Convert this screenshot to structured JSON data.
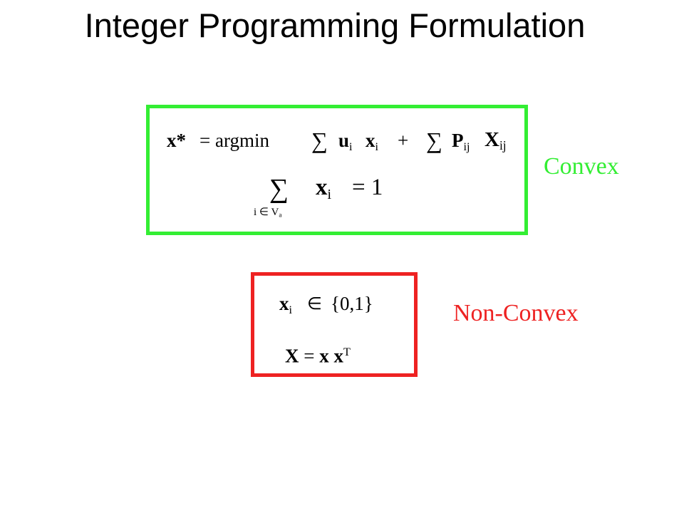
{
  "title": "Integer Programming Formulation",
  "colors": {
    "convex": "#33ee33",
    "non_convex": "#ee2222"
  },
  "objective": {
    "lhs": "x*",
    "argmin": "= argmin",
    "sum_symbol": "∑",
    "u": "u",
    "u_sub": "i",
    "x": "x",
    "x_sub": "i",
    "plus": "+",
    "P": "P",
    "P_sub": "ij",
    "X": "X",
    "X_sub": "ij"
  },
  "constraint_sum": {
    "sum_symbol": "∑",
    "index_i": "i",
    "element_of": "∈",
    "V": "V",
    "V_sub": "a",
    "x": "x",
    "x_sub": "i",
    "equals": "= 1"
  },
  "integrality": {
    "x": "x",
    "x_sub": "i",
    "element_of": "∈",
    "set": "{0,1}",
    "X": "X",
    "equals": "=",
    "x1": "x",
    "x2": "x",
    "T": "T"
  },
  "labels": {
    "convex": "Convex",
    "non_convex": "Non-Convex"
  }
}
